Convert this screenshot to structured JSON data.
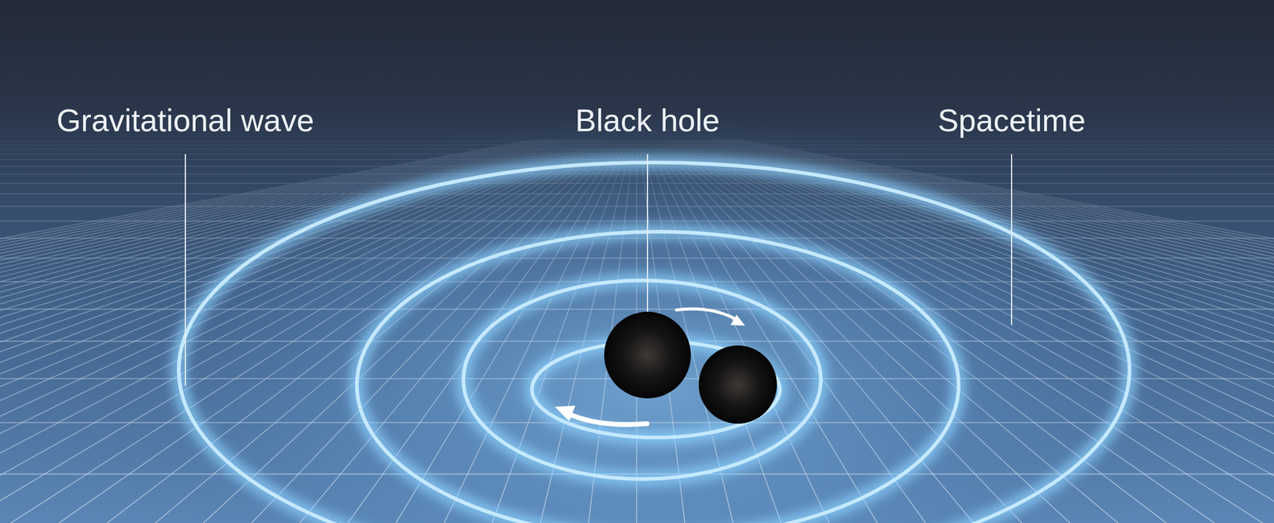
{
  "diagram": {
    "labels": [
      "Gravitational wave",
      "Black hole",
      "Spacetime"
    ]
  }
}
